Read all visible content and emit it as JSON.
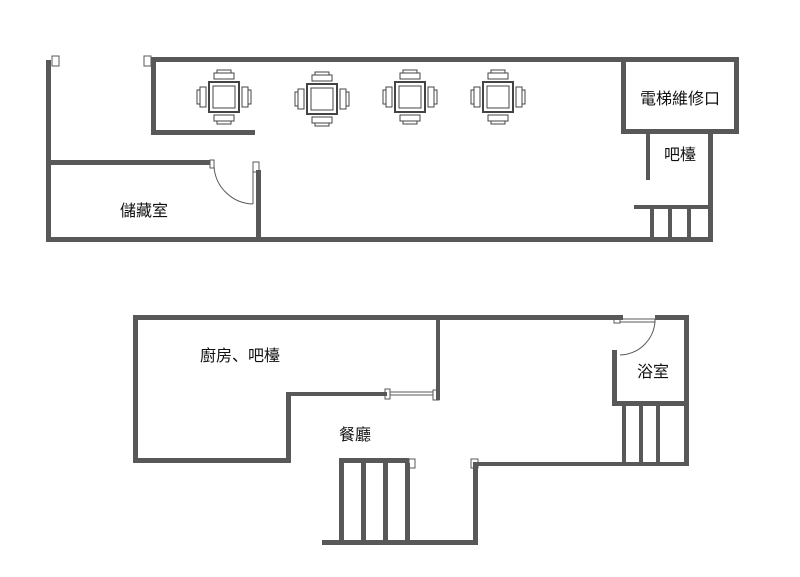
{
  "colors": {
    "wall": "#585858",
    "furniture": "#444444",
    "background": "#ffffff",
    "text": "#111111"
  },
  "upper_floor": {
    "rooms": {
      "elevator_room": "電梯維修口",
      "bar": "吧檯",
      "storage": "儲藏室"
    },
    "table_set_count": 4
  },
  "lower_floor": {
    "rooms": {
      "kitchen_bar": "廚房、吧檯",
      "bathroom": "浴室",
      "dining": "餐廳"
    }
  }
}
